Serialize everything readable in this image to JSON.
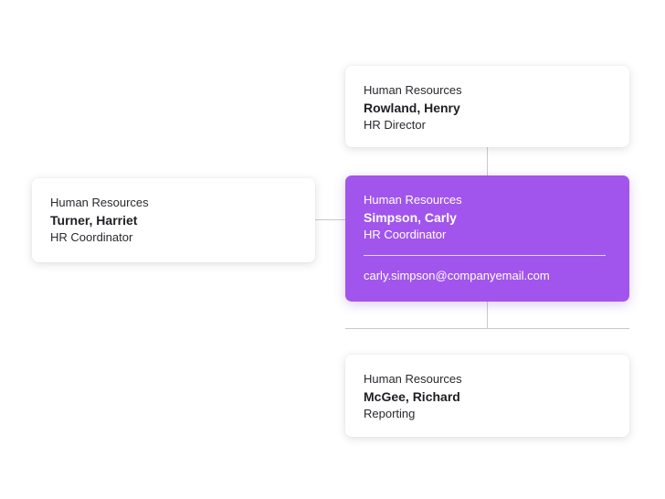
{
  "nodes": {
    "manager": {
      "department": "Human Resources",
      "name": "Rowland, Henry",
      "title": "HR Director"
    },
    "selected": {
      "department": "Human Resources",
      "name": "Simpson, Carly",
      "title": "HR Coordinator",
      "email": "carly.simpson@companyemail.com"
    },
    "peer": {
      "department": "Human Resources",
      "name": "Turner, Harriet",
      "title": "HR Coordinator"
    },
    "report": {
      "department": "Human Resources",
      "name": "McGee, Richard",
      "title": "Reporting"
    }
  },
  "colors": {
    "selected_card": "#a155ec",
    "connector": "#c9c9cf",
    "card_background": "#ffffff"
  }
}
